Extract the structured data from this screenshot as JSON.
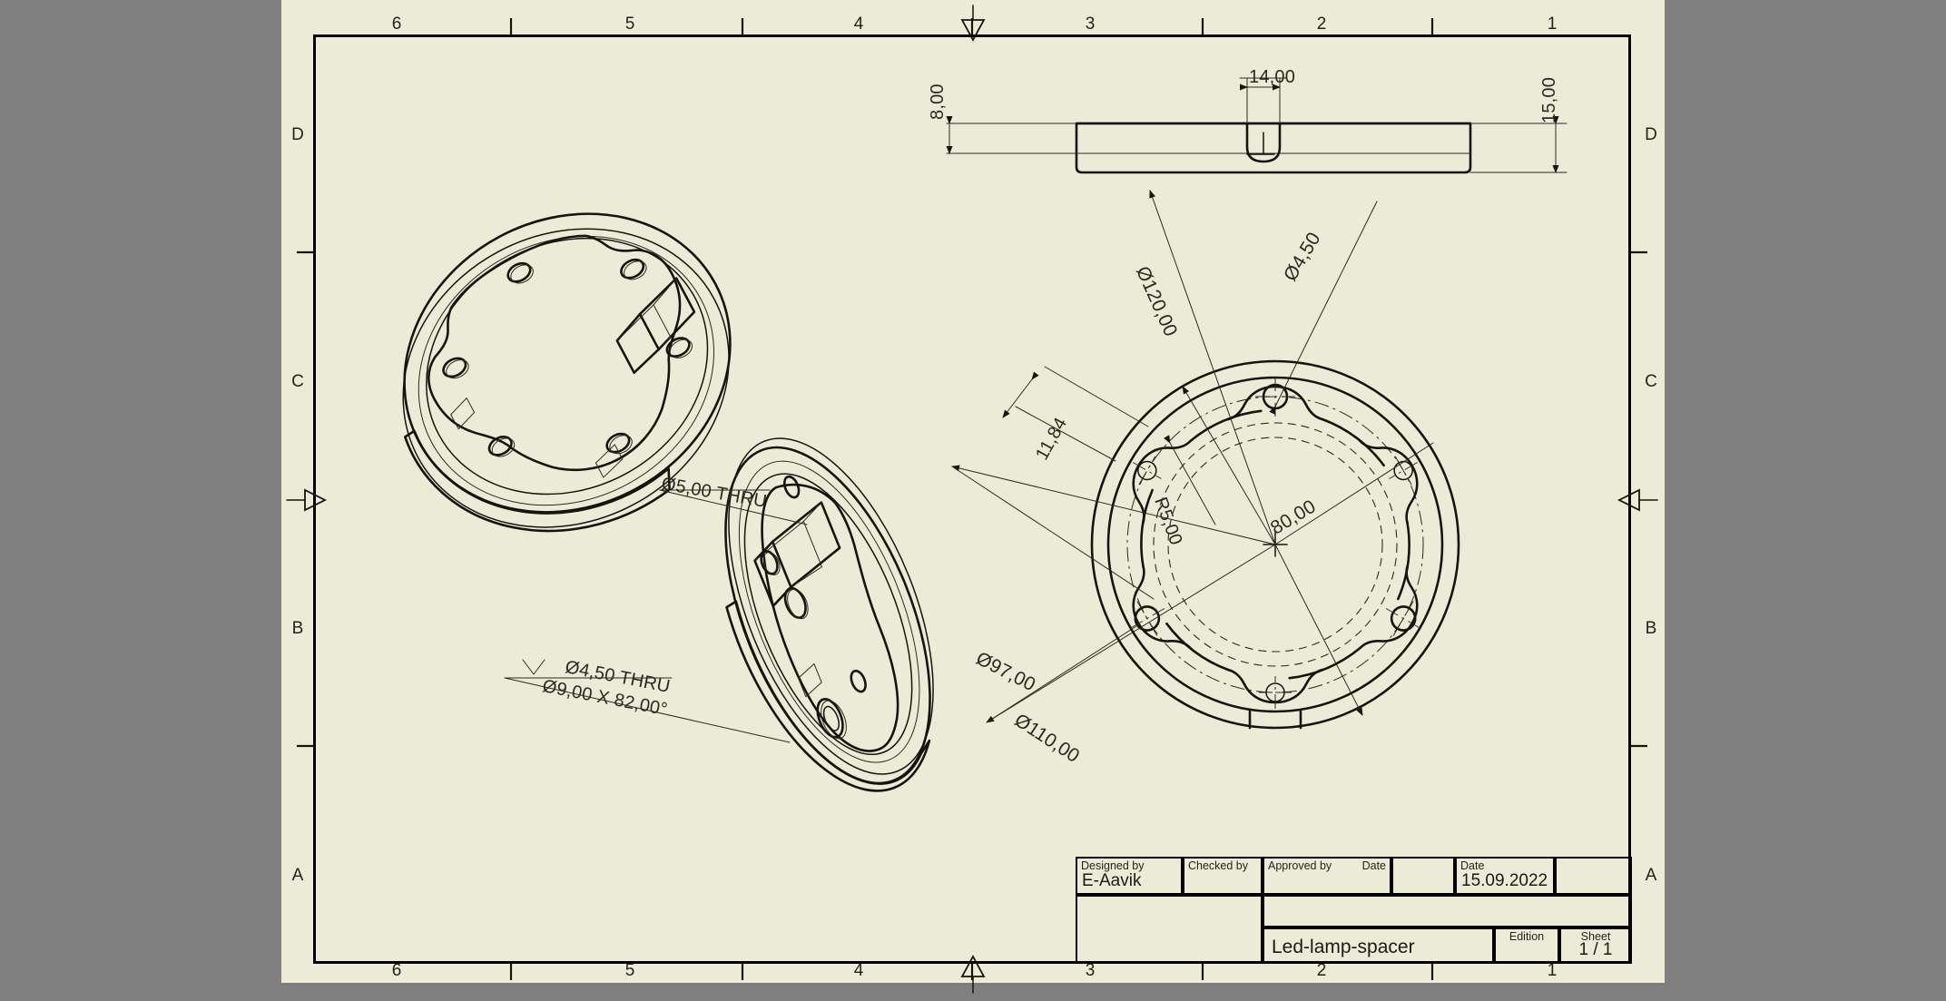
{
  "document": {
    "paper_color": "#ECEBD7",
    "background_color": "#808080",
    "ink_color": "#1a1a16"
  },
  "frame": {
    "zone_numbers_top": [
      "6",
      "5",
      "4",
      "3",
      "2",
      "1"
    ],
    "zone_numbers_bottom": [
      "6",
      "5",
      "4",
      "3",
      "2",
      "1"
    ],
    "zone_letters_left": [
      "D",
      "C",
      "B",
      "A"
    ],
    "zone_letters_right": [
      "D",
      "C",
      "B",
      "A"
    ]
  },
  "section_view": {
    "width_dim": "14,00",
    "left_height_dim": "8,00",
    "right_height_dim": "15,00"
  },
  "iso_view_front": {
    "callout_thru": "Ø5,00 THRU"
  },
  "iso_view_back": {
    "callout_countersink_line1": "Ø4,50 THRU",
    "callout_countersink_line2": "Ø9,00 X 82,00°",
    "countersink_symbol": "countersink-icon"
  },
  "plan_view": {
    "dim_outer_diameter": "Ø120,00",
    "dim_hole_diameter": "Ø4,50",
    "dim_tab_width": "11,84",
    "dim_fillet_radius": "R5,00",
    "dim_bore_diameter": "80,00",
    "dim_bolt_circle": "Ø97,00",
    "dim_inner_diameter": "Ø110,00"
  },
  "title_block": {
    "designed_by_label": "Designed by",
    "designed_by_value": "E-Aavik",
    "checked_by_label": "Checked by",
    "checked_by_value": "",
    "approved_by_label": "Approved by",
    "approved_by_value": "",
    "date_label_1": "Date",
    "date_value_1": "",
    "date_label_2": "Date",
    "date_value_2": "15.09.2022",
    "part_name": "Led-lamp-spacer",
    "edition_label": "Edition",
    "edition_value": "",
    "sheet_label": "Sheet",
    "sheet_value": "1 / 1"
  }
}
